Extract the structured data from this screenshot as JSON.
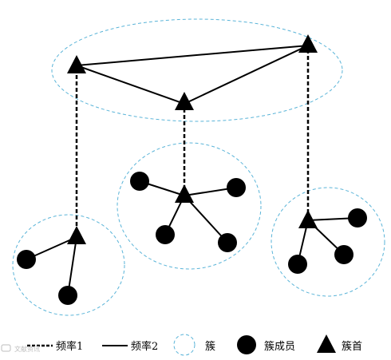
{
  "colors": {
    "cluster_outline": "#5ab4d8",
    "line": "#000000",
    "node": "#000000",
    "watermark": "#bdbdbd"
  },
  "legend": {
    "freq1_label": "频率1",
    "freq2_label": "频率2",
    "cluster_label": "簇",
    "member_label": "簇成员",
    "head_label": "簇首"
  },
  "watermark": {
    "text": "文献资讯"
  }
}
